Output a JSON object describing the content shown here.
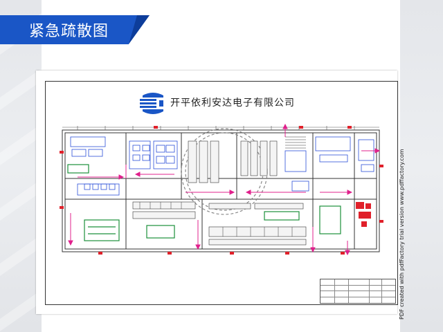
{
  "header": {
    "title": "紧急疏散图"
  },
  "drawing": {
    "company_name": "开平依利安达电子有限公司",
    "watermark": "PDF created with pdfFactory trial version www.pdffactory.com"
  },
  "colors": {
    "brand_blue": "#1a56c6",
    "banner_dark": "#0d3d9a",
    "evacuation_route": "#e0208c",
    "equipment_green": "#1a8f3a",
    "cad_blue": "#2a4fd8",
    "cad_line": "#333333",
    "exit_red": "#e0202a"
  },
  "icons": {
    "logo": "company-logo-icon"
  }
}
